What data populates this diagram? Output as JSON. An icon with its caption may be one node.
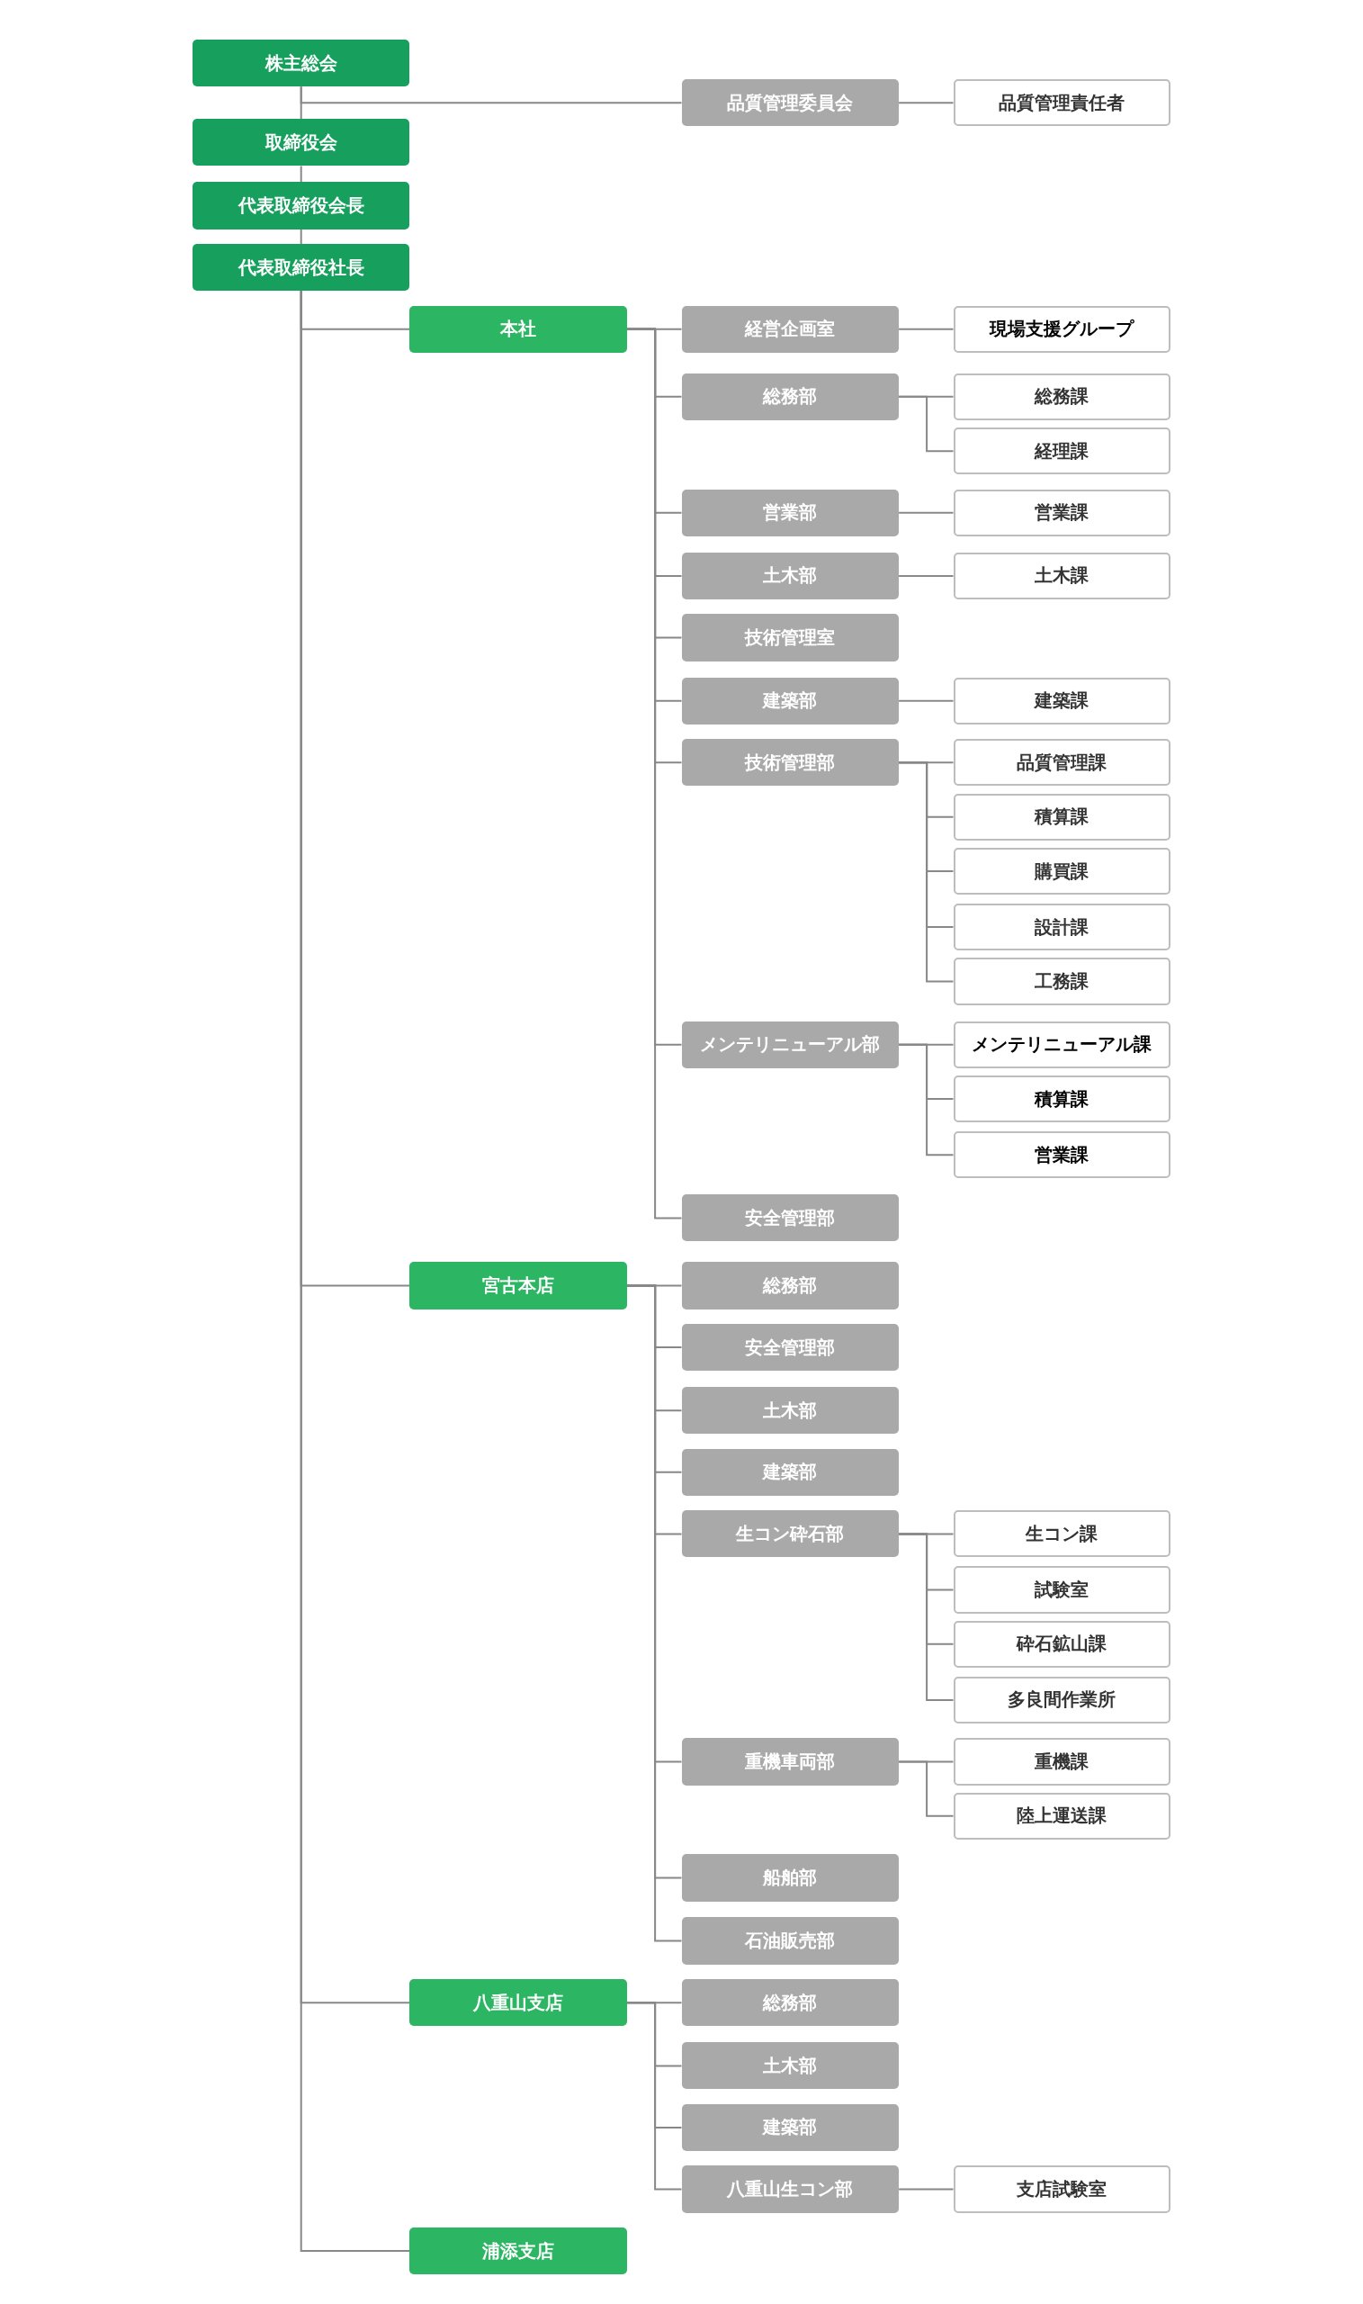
{
  "diagram": {
    "nodes": [
      {
        "text": [
          "株主総会"
        ]
      },
      {
        "text": [
          "品質管理委員会"
        ]
      },
      {
        "text": [
          "品質管理責任者"
        ]
      },
      {
        "text": [
          "取締役会"
        ]
      },
      {
        "text": [
          "代表取締役会長"
        ]
      },
      {
        "text": [
          "代表取締役社長"
        ]
      },
      {
        "text": [
          "本社"
        ]
      },
      {
        "text": [
          "経営企画室"
        ]
      },
      {
        "text": [
          "現場支援グループ"
        ]
      },
      {
        "text": [
          "総務部"
        ]
      },
      {
        "text": [
          "総務課"
        ]
      },
      {
        "text": [
          "経理課"
        ]
      },
      {
        "text": [
          "営業部"
        ]
      },
      {
        "text": [
          "営業課"
        ]
      },
      {
        "text": [
          "土木部"
        ]
      },
      {
        "text": [
          "土木課"
        ]
      },
      {
        "text": [
          "技術管理室"
        ]
      },
      {
        "text": [
          "建築部"
        ]
      },
      {
        "text": [
          "建築課"
        ]
      },
      {
        "text": [
          "技術管理部"
        ]
      },
      {
        "text": [
          "品質管理課"
        ]
      },
      {
        "text": [
          "積算課"
        ]
      },
      {
        "text": [
          "購買課"
        ]
      },
      {
        "text": [
          "設計課"
        ]
      },
      {
        "text": [
          "工務課"
        ]
      },
      {
        "text": [
          "メンテリニューアル部"
        ]
      },
      {
        "text": [
          "メンテリニューアル課"
        ]
      },
      {
        "text": [
          "積算課"
        ]
      },
      {
        "text": [
          "営業課"
        ]
      },
      {
        "text": [
          "安全管理部"
        ]
      },
      {
        "text": [
          "宮古本店"
        ]
      },
      {
        "text": [
          "総務部"
        ]
      },
      {
        "text": [
          "安全管理部"
        ]
      },
      {
        "text": [
          "土木部"
        ]
      },
      {
        "text": [
          "建築部"
        ]
      },
      {
        "text": [
          "生コン砕石部"
        ]
      },
      {
        "text": [
          "生コン課"
        ]
      },
      {
        "text": [
          "試験室"
        ]
      },
      {
        "text": [
          "砕石鉱山課"
        ]
      },
      {
        "text": [
          "多良間作業所"
        ]
      },
      {
        "text": [
          "重機車両部"
        ]
      },
      {
        "text": [
          "重機課"
        ]
      },
      {
        "text": [
          "陸上運送課"
        ]
      },
      {
        "text": [
          "船舶部"
        ]
      },
      {
        "text": [
          "石油販売部"
        ]
      },
      {
        "text": [
          "八重山支店"
        ]
      },
      {
        "text": [
          "総務部"
        ]
      },
      {
        "text": [
          "土木部"
        ]
      },
      {
        "text": [
          "建築部"
        ]
      },
      {
        "text": [
          "八重山生コン部"
        ]
      },
      {
        "text": [
          "支店試験室"
        ]
      },
      {
        "text": [
          "浦添支店"
        ]
      }
    ],
    "edges": [
      {
        "from": 0,
        "to": 3,
        "arrow": "none"
      },
      {
        "from": 3,
        "to": 4,
        "arrow": "none"
      },
      {
        "from": 4,
        "to": 5,
        "arrow": "none"
      },
      {
        "from": 0,
        "to": 1,
        "arrow": "none"
      },
      {
        "from": 1,
        "to": 2,
        "arrow": "none"
      },
      {
        "from": 5,
        "to": 6,
        "arrow": "none"
      },
      {
        "from": 5,
        "to": 30,
        "arrow": "none"
      },
      {
        "from": 5,
        "to": 45,
        "arrow": "none"
      },
      {
        "from": 5,
        "to": 51,
        "arrow": "none"
      },
      {
        "from": 6,
        "to": 7,
        "arrow": "none"
      },
      {
        "from": 6,
        "to": 9,
        "arrow": "none"
      },
      {
        "from": 6,
        "to": 12,
        "arrow": "none"
      },
      {
        "from": 6,
        "to": 14,
        "arrow": "none"
      },
      {
        "from": 6,
        "to": 16,
        "arrow": "none"
      },
      {
        "from": 6,
        "to": 17,
        "arrow": "none"
      },
      {
        "from": 6,
        "to": 19,
        "arrow": "none"
      },
      {
        "from": 6,
        "to": 25,
        "arrow": "none"
      },
      {
        "from": 6,
        "to": 29,
        "arrow": "none"
      },
      {
        "from": 7,
        "to": 8,
        "arrow": "none"
      },
      {
        "from": 9,
        "to": 10,
        "arrow": "none"
      },
      {
        "from": 9,
        "to": 11,
        "arrow": "none"
      },
      {
        "from": 12,
        "to": 13,
        "arrow": "none"
      },
      {
        "from": 14,
        "to": 15,
        "arrow": "none"
      },
      {
        "from": 17,
        "to": 18,
        "arrow": "none"
      },
      {
        "from": 19,
        "to": 20,
        "arrow": "none"
      },
      {
        "from": 19,
        "to": 21,
        "arrow": "none"
      },
      {
        "from": 19,
        "to": 22,
        "arrow": "none"
      },
      {
        "from": 19,
        "to": 23,
        "arrow": "none"
      },
      {
        "from": 19,
        "to": 24,
        "arrow": "none"
      },
      {
        "from": 25,
        "to": 26,
        "arrow": "none"
      },
      {
        "from": 25,
        "to": 27,
        "arrow": "none"
      },
      {
        "from": 25,
        "to": 28,
        "arrow": "none"
      },
      {
        "from": 30,
        "to": 31,
        "arrow": "none"
      },
      {
        "from": 30,
        "to": 32,
        "arrow": "none"
      },
      {
        "from": 30,
        "to": 33,
        "arrow": "none"
      },
      {
        "from": 30,
        "to": 34,
        "arrow": "none"
      },
      {
        "from": 30,
        "to": 35,
        "arrow": "none"
      },
      {
        "from": 30,
        "to": 40,
        "arrow": "none"
      },
      {
        "from": 30,
        "to": 43,
        "arrow": "none"
      },
      {
        "from": 30,
        "to": 44,
        "arrow": "none"
      },
      {
        "from": 35,
        "to": 36,
        "arrow": "none"
      },
      {
        "from": 35,
        "to": 37,
        "arrow": "none"
      },
      {
        "from": 35,
        "to": 38,
        "arrow": "none"
      },
      {
        "from": 35,
        "to": 39,
        "arrow": "none"
      },
      {
        "from": 40,
        "to": 41,
        "arrow": "none"
      },
      {
        "from": 40,
        "to": 42,
        "arrow": "none"
      },
      {
        "from": 45,
        "to": 46,
        "arrow": "none"
      },
      {
        "from": 45,
        "to": 47,
        "arrow": "none"
      },
      {
        "from": 45,
        "to": 48,
        "arrow": "none"
      },
      {
        "from": 45,
        "to": 49,
        "arrow": "none"
      },
      {
        "from": 49,
        "to": 50,
        "arrow": "none"
      }
    ]
  }
}
